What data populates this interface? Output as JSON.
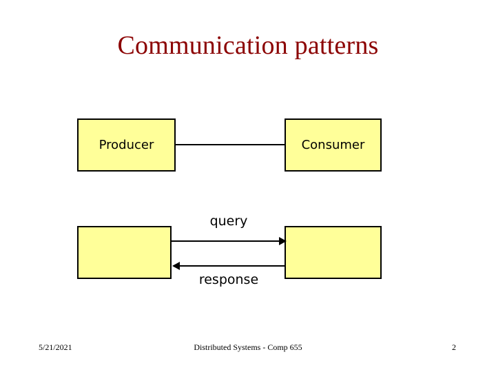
{
  "slide": {
    "title": "Communication patterns",
    "title_color": "#8b0000",
    "box_fill": "#ffff99",
    "box_border": "#000000",
    "diagram": {
      "top_row": {
        "left_box_label": "Producer",
        "right_box_label": "Consumer",
        "connector": "plain-line"
      },
      "bottom_row": {
        "left_box_label": "",
        "right_box_label": "",
        "query_label": "query",
        "response_label": "response"
      }
    },
    "footer": {
      "date": "5/21/2021",
      "center": "Distributed Systems - Comp 655",
      "page_number": "2"
    }
  }
}
